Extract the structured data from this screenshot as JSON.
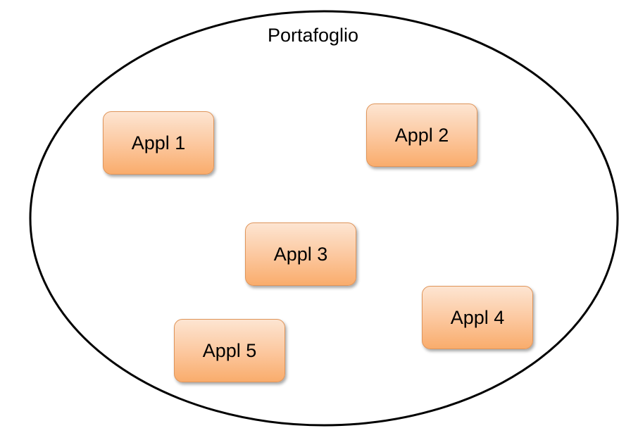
{
  "diagram": {
    "container_label": "Portafoglio",
    "applications": [
      {
        "label": "Appl 1"
      },
      {
        "label": "Appl 2"
      },
      {
        "label": "Appl 3"
      },
      {
        "label": "Appl 4"
      },
      {
        "label": "Appl 5"
      }
    ]
  },
  "colors": {
    "box_fill_top": "#fde5d2",
    "box_fill_bottom": "#f9ac6c",
    "box_border": "#e0955a",
    "outline": "#000000"
  }
}
